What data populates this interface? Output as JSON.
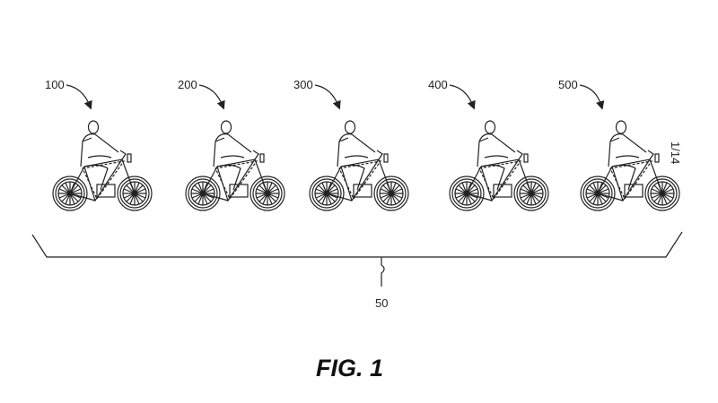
{
  "sheet_number": "1/14",
  "figure_label": "FIG. 1",
  "group_reference": "50",
  "vehicles": [
    {
      "ref": "100"
    },
    {
      "ref": "200"
    },
    {
      "ref": "300"
    },
    {
      "ref": "400"
    },
    {
      "ref": "500"
    }
  ]
}
